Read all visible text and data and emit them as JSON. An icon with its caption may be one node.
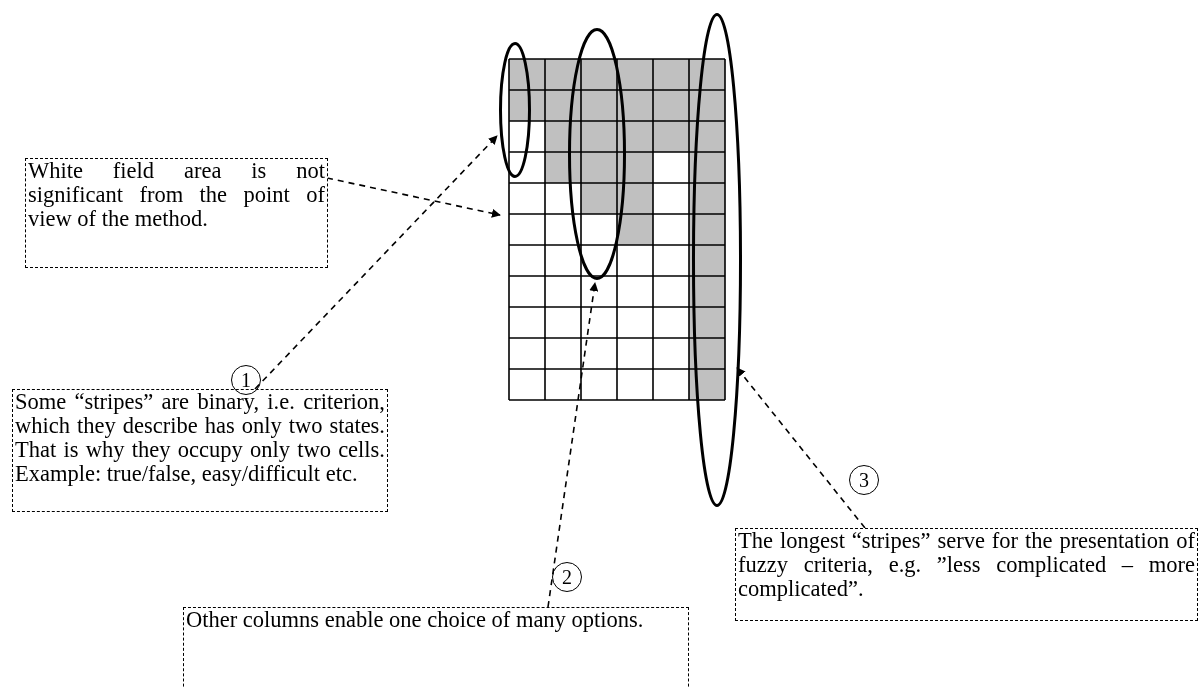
{
  "diagram": {
    "nodes": [
      {
        "text": [
          "White field area is not significant from the point of view of the method."
        ]
      },
      {
        "text": [],
        "shape": "grid"
      },
      {
        "text": [],
        "shape": "ellipse"
      },
      {
        "text": [],
        "shape": "ellipse"
      },
      {
        "text": [],
        "shape": "ellipse"
      },
      {
        "text": [
          "Some “stripes” are binary, i.e. criterion, which they describe has only two states. That is why they occupy only two cells. Example: true/false, easy/difficult etc."
        ]
      },
      {
        "text": [
          "Other columns enable one choice of many options."
        ]
      },
      {
        "text": [
          "The longest “stripes” serve for the presentation of fuzzy criteria, e.g. ”less complicated – more complicated”."
        ]
      }
    ],
    "edges": [
      {
        "from": 0,
        "to": 1,
        "arrow": "to",
        "style": "dashed"
      },
      {
        "from": 5,
        "to": 2,
        "arrow": "to",
        "style": "dashed"
      },
      {
        "from": 6,
        "to": 3,
        "arrow": "to",
        "style": "dashed"
      },
      {
        "from": 7,
        "to": 4,
        "arrow": "to",
        "style": "dashed"
      }
    ],
    "labels": [
      "1",
      "3",
      "2"
    ]
  }
}
